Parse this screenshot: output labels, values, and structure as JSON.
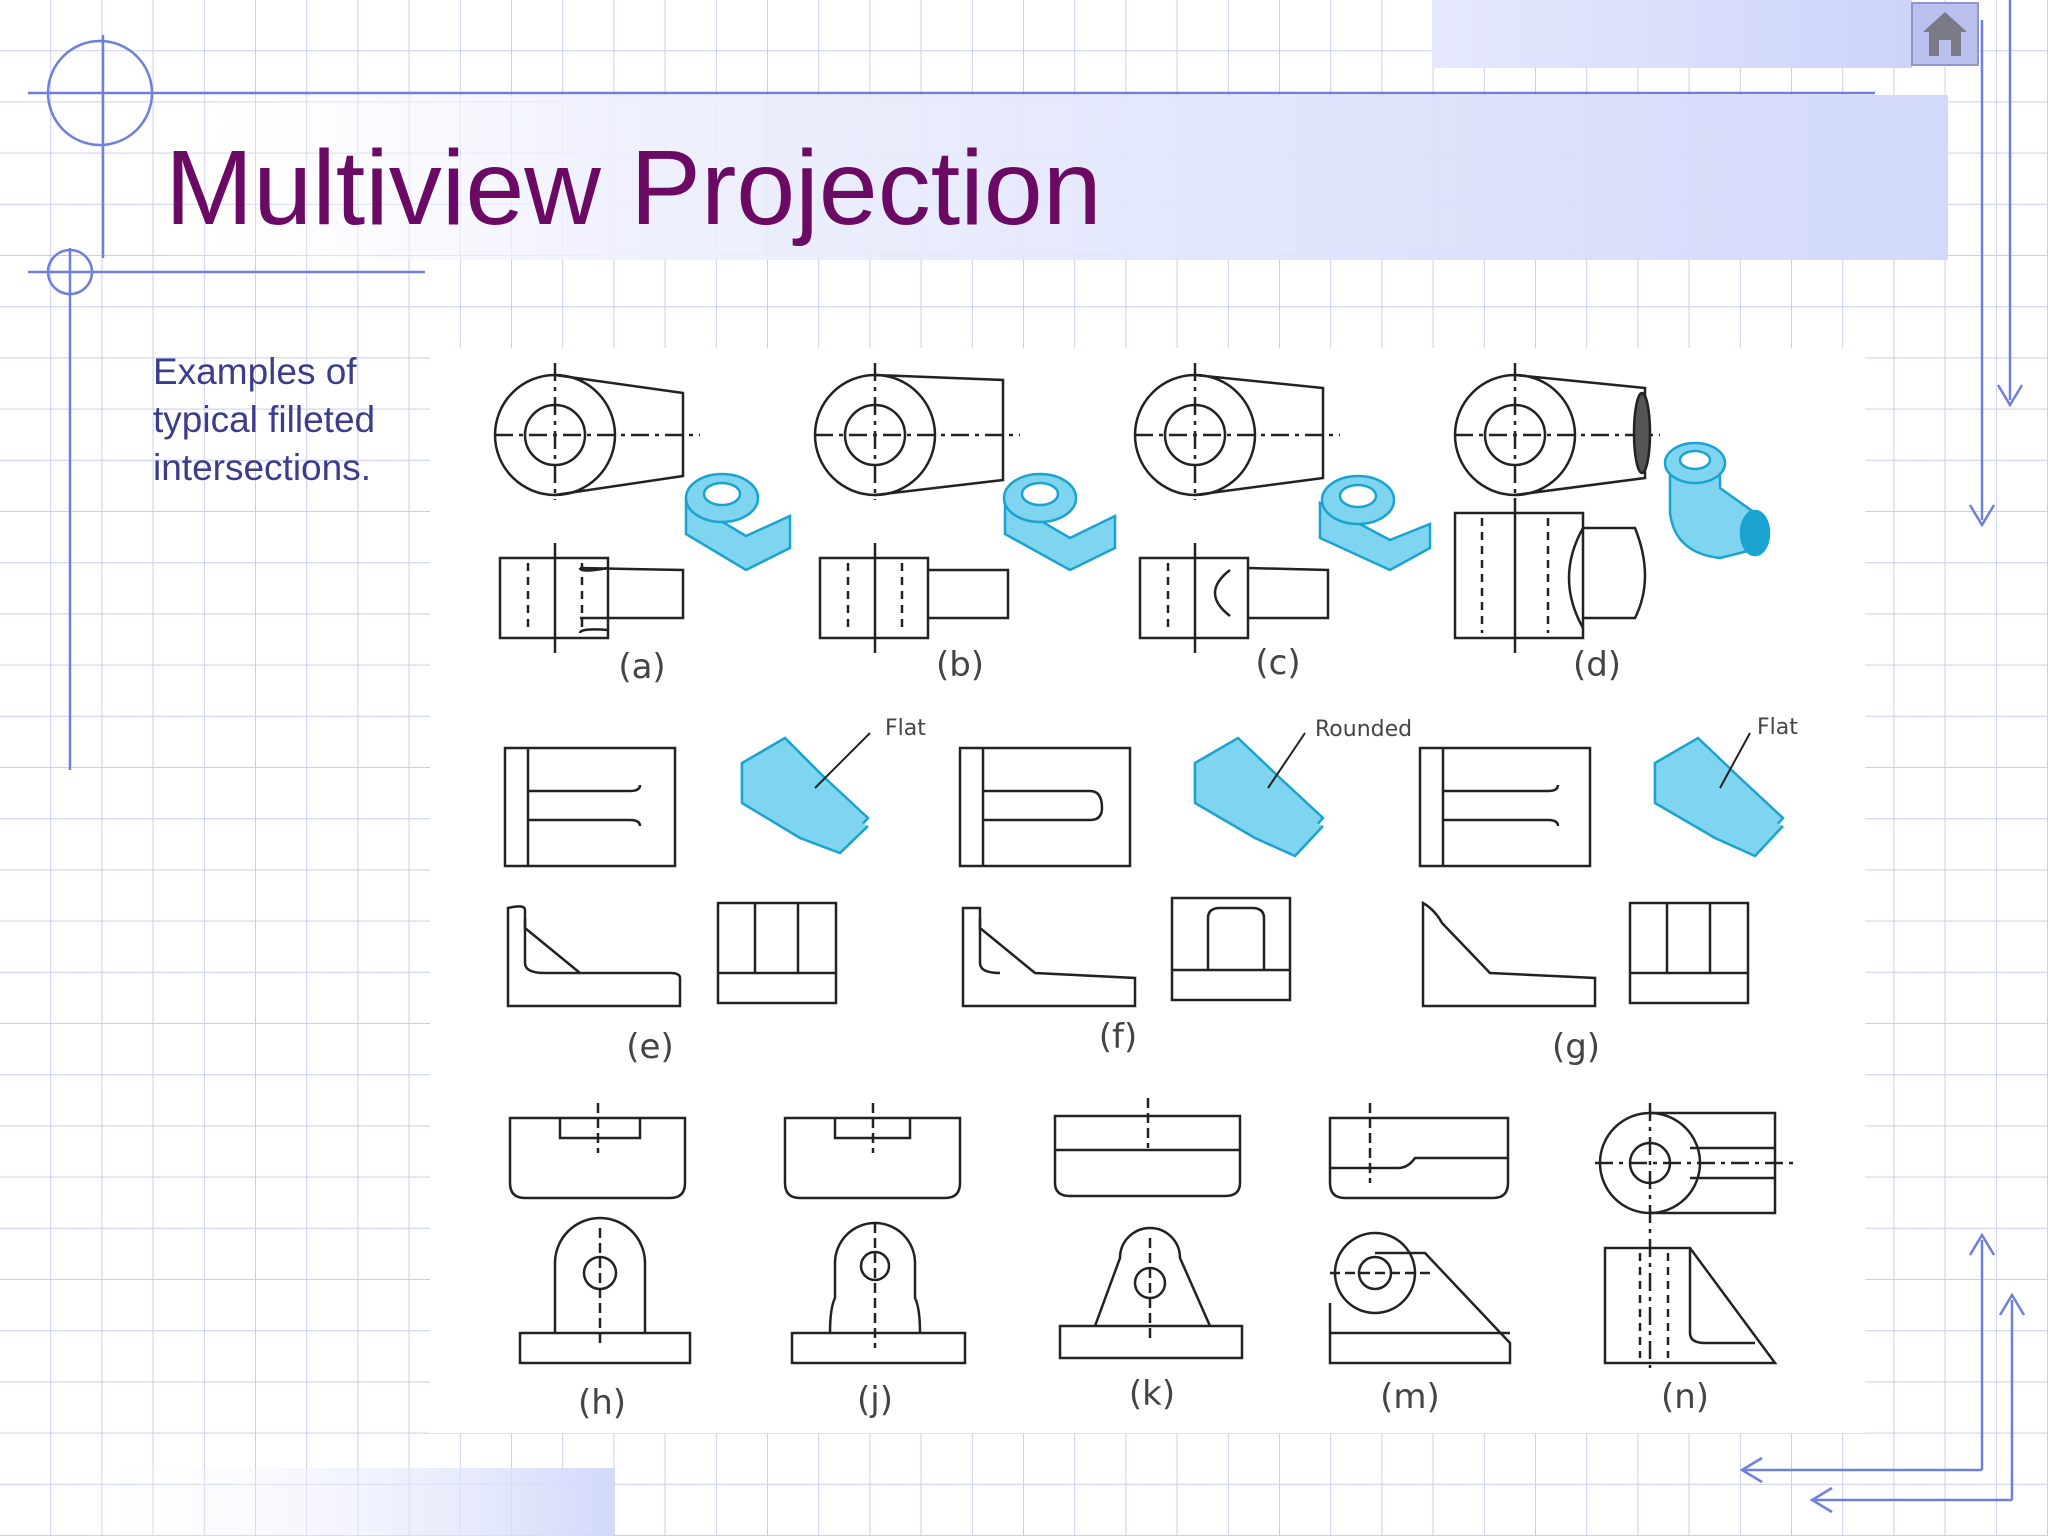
{
  "slide": {
    "title": "Multiview Projection",
    "body_lines": [
      "Examples of",
      "typical filleted",
      "intersections."
    ]
  },
  "nav": {
    "home_icon": "home-icon"
  },
  "figure": {
    "labels": [
      "(a)",
      "(b)",
      "(c)",
      "(d)",
      "(e)",
      "(f)",
      "(g)",
      "(h)",
      "(j)",
      "(k)",
      "(m)",
      "(n)"
    ],
    "notes": [
      "Flat",
      "Rounded",
      "Flat"
    ]
  },
  "colors": {
    "title": "#6a0a64",
    "body_text": "#3c3c8c",
    "grid": "#c8cdf2",
    "accent_line": "#6f7fdc",
    "iso_fill": "#7fd4ef",
    "iso_stroke": "#1aa3d0"
  }
}
